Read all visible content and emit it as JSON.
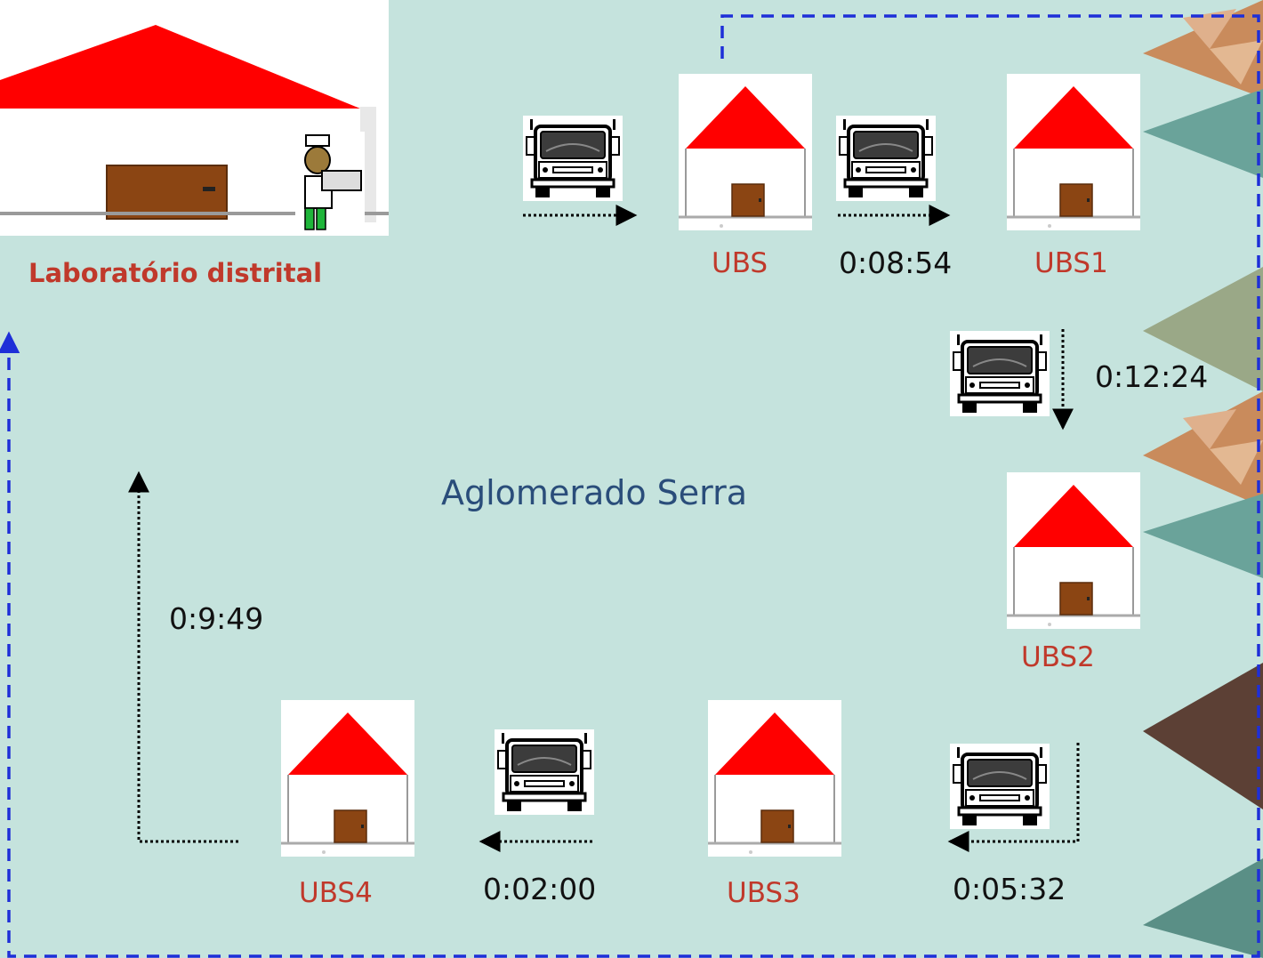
{
  "lab": {
    "title": "Laboratório distrital"
  },
  "area": {
    "name": "Aglomerado Serra"
  },
  "stations": [
    {
      "id": "ubs",
      "label": "UBS"
    },
    {
      "id": "ubs1",
      "label": "UBS1"
    },
    {
      "id": "ubs2",
      "label": "UBS2"
    },
    {
      "id": "ubs3",
      "label": "UBS3"
    },
    {
      "id": "ubs4",
      "label": "UBS4"
    }
  ],
  "legs": [
    {
      "from": "UBS",
      "to": "UBS1",
      "time": "0:08:54"
    },
    {
      "from": "UBS1",
      "to": "UBS2",
      "time": "0:12:24"
    },
    {
      "from": "UBS2",
      "to": "UBS3",
      "time": "0:05:32"
    },
    {
      "from": "UBS3",
      "to": "UBS4",
      "time": "0:02:00"
    },
    {
      "from": "UBS4",
      "to": "Laboratório distrital",
      "time": "0:9:49"
    }
  ],
  "colors": {
    "background": "#c5e3dd",
    "roof": "#ff0000",
    "label": "#c0392b",
    "route_dashed": "#1e2fd8",
    "area_text": "#2a4d7a"
  },
  "icons": [
    "house-icon",
    "truck-icon",
    "lab-worker-icon"
  ]
}
